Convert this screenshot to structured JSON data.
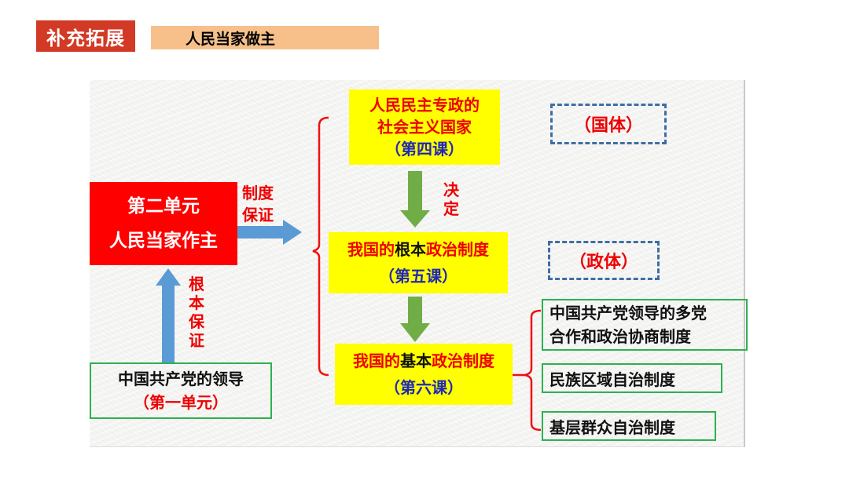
{
  "header": {
    "tag_label": "补充拓展",
    "title": "人民当家做主"
  },
  "diagram": {
    "unit2": {
      "line1": "第二单元",
      "line2": "人民当家作主"
    },
    "party": {
      "line1": "中国共产党的领导",
      "line2": "（第一单元）"
    },
    "arrow_up_label": "根本保证",
    "arrow_right_label": {
      "line1": "制度",
      "line2": "保证"
    },
    "arrow_down1_label": "决定",
    "box_state": {
      "line1": "人民民主专政的",
      "line2": "社会主义国家",
      "line3": "（第四课）"
    },
    "box_fundamental": {
      "pre": "我国的",
      "key": "根本",
      "post": "政治制度",
      "lesson": "（第五课）"
    },
    "box_basic": {
      "pre": "我国的",
      "key": "基本",
      "post": "政治制度",
      "lesson": "（第六课）"
    },
    "label_guoti": "（国体）",
    "label_zhengti": "（政体）",
    "basic_systems": [
      {
        "line1": "中国共产党领导的多党",
        "line2": "合作和政治协商制度"
      },
      {
        "line1": "民族区域自治制度"
      },
      {
        "line1": "基层群众自治制度"
      }
    ]
  },
  "colors": {
    "tag_bg": "#d23a26",
    "title_bg": "#f7c08a",
    "unit_red": "#ff0000",
    "highlight_yellow": "#ffff00",
    "green_border": "#2eb14f",
    "blue_arrow": "#5b9bd5",
    "green_arrow": "#70ad47",
    "dashed_blue": "#3f6ea5",
    "lesson_blue": "#1f28b8"
  }
}
